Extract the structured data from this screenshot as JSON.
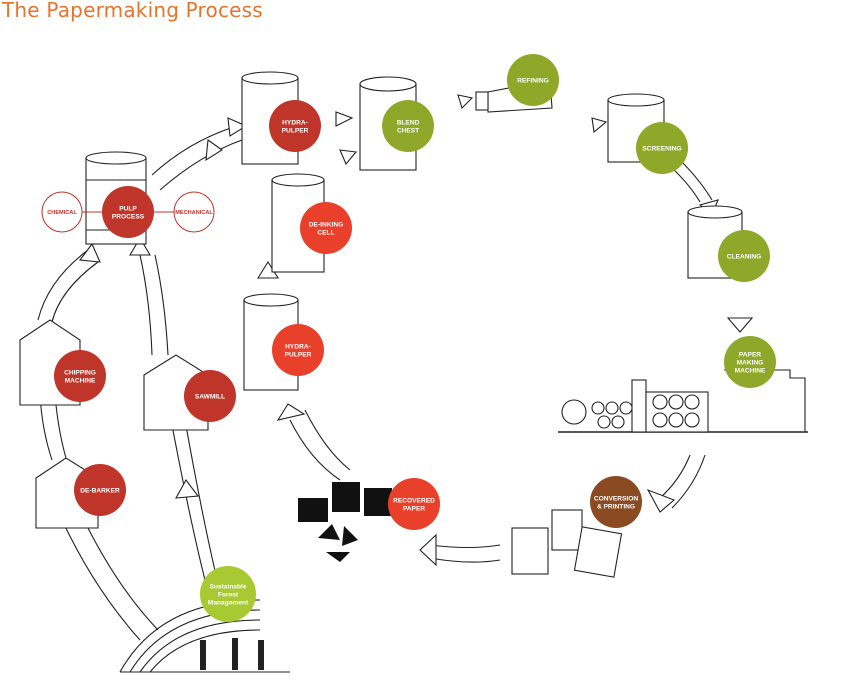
{
  "title": "The Papermaking Process",
  "colors": {
    "title": "#e8742c",
    "red": "#c0352a",
    "orange_red": "#e8402b",
    "green": "#8fa829",
    "lime": "#a9c933",
    "brown": "#8a4b23"
  },
  "stages": {
    "pulp": "PULP\nPROCESS",
    "chemical": "CHEMICAL",
    "mechanical": "MECHANICAL",
    "hydrapulper1": "HYDRA-\nPULPER",
    "blend": "BLEND\nCHEST",
    "refining": "REFINING",
    "screening": "SCREENING",
    "cleaning": "CLEANING",
    "paper_machine": "PAPER\nMAKING\nMACHINE",
    "deinking": "DE-INKING\nCELL",
    "hydrapulper2": "HYDRA-\nPULPER",
    "chipping": "CHIPPING\nMACHINE",
    "sawmill": "SAWMILL",
    "debarker": "DE-BARKER",
    "recovered": "RECOVERED\nPAPER",
    "conversion": "CONVERSION\n& PRINTING",
    "forest": "Sustainable\nForest\nManagement"
  }
}
